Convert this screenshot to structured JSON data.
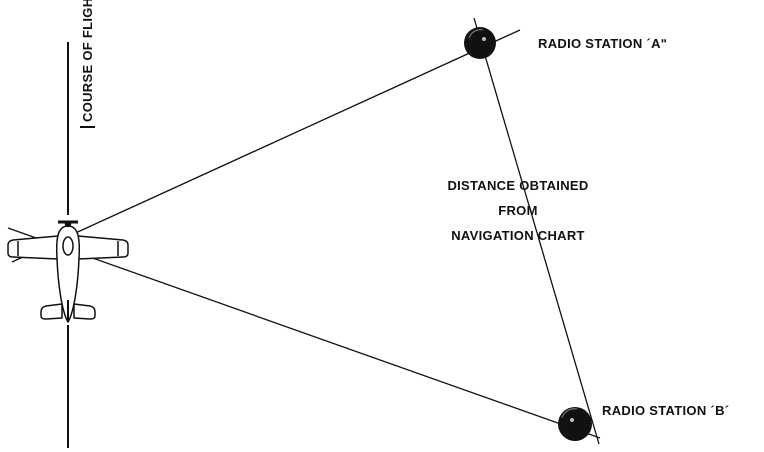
{
  "labels": {
    "station_a": "RADIO STATION ´Aʺ",
    "station_b": "RADIO STATION ´B´",
    "distance_line1": "DISTANCE OBTAINED",
    "distance_line2": "FROM",
    "distance_line3": "NAVIGATION CHART",
    "course": "COURSE OF FLIGHT"
  },
  "colors": {
    "ink": "#111111",
    "background": "#ffffff"
  },
  "icons": {
    "aircraft": "airplane-icon",
    "station": "radio-station-icon"
  }
}
